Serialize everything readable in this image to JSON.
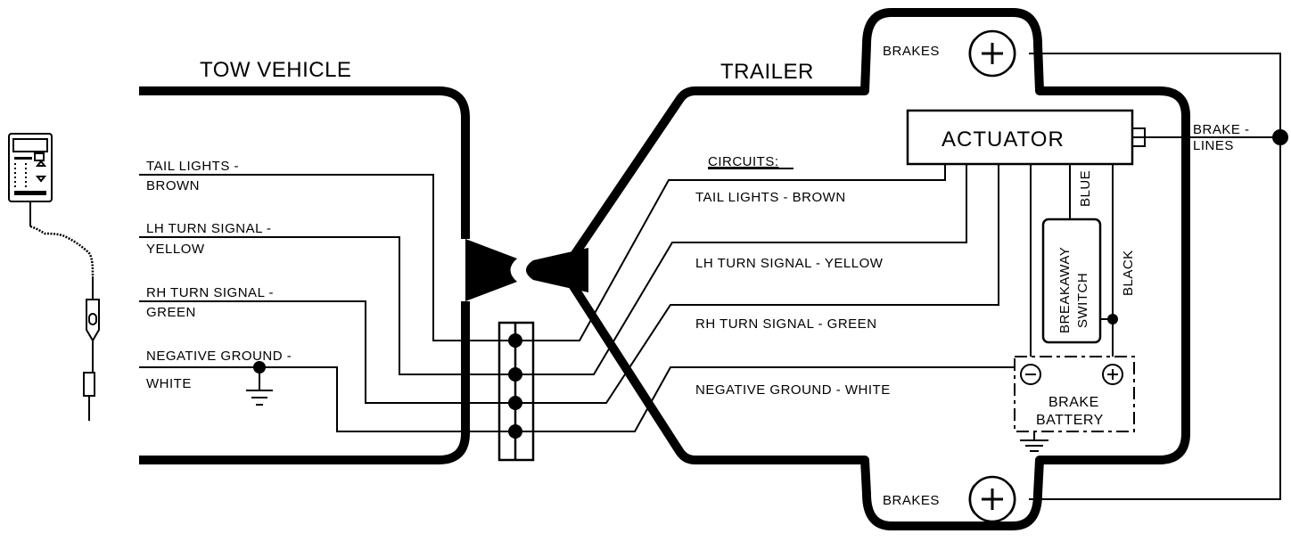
{
  "sections": {
    "tow_vehicle": "TOW VEHICLE",
    "trailer": "TRAILER"
  },
  "vehicle_wires": {
    "tail_lights_1": "TAIL LIGHTS -",
    "tail_lights_2": "BROWN",
    "lh_turn_1": "LH TURN SIGNAL -",
    "lh_turn_2": "YELLOW",
    "rh_turn_1": "RH TURN SIGNAL -",
    "rh_turn_2": "GREEN",
    "ground_1": "NEGATIVE GROUND -",
    "ground_2": "WHITE"
  },
  "trailer_circuits": {
    "heading": "CIRCUITS:",
    "tail_lights": "TAIL LIGHTS - BROWN",
    "lh_turn": "LH TURN SIGNAL - YELLOW",
    "rh_turn": "RH TURN SIGNAL - GREEN",
    "ground": "NEGATIVE GROUND - WHITE"
  },
  "components": {
    "actuator": "ACTUATOR",
    "brakes_top": "BRAKES",
    "brakes_bottom": "BRAKES",
    "brake_lines_1": "BRAKE -",
    "brake_lines_2": "LINES",
    "blue_wire": "BLUE",
    "black_wire": "BLACK",
    "breakaway_1": "BREAKAWAY",
    "breakaway_2": "SWITCH",
    "battery_1": "BRAKE",
    "battery_2": "BATTERY",
    "plus_symbol": "+",
    "minus_symbol": "−"
  },
  "colors": {
    "line": "#000000",
    "background": "#ffffff"
  },
  "icons": [
    "tester-handheld-icon",
    "ground-symbol-icon",
    "brake-drum-icon"
  ]
}
